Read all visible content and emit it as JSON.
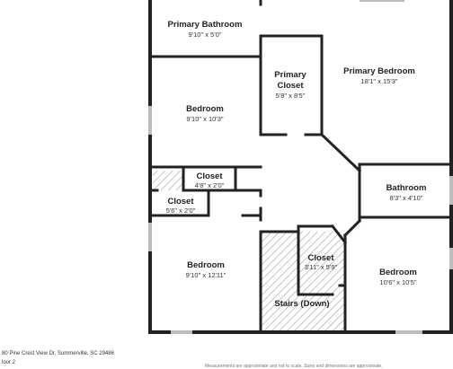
{
  "rooms": {
    "primary_bathroom": {
      "name": "Primary Bathroom",
      "dims": "9'10\" x 5'0\""
    },
    "primary_closet": {
      "name_line1": "Primary",
      "name_line2": "Closet",
      "dims": "5'8\" x 8'5\""
    },
    "primary_bedroom": {
      "name": "Primary Bedroom",
      "dims": "18'1\" x 15'3\""
    },
    "bedroom_upper": {
      "name": "Bedroom",
      "dims": "9'10\" x 10'3\""
    },
    "closet_a": {
      "name": "Closet",
      "dims": "4'8\" x 2'0\""
    },
    "closet_b": {
      "name": "Closet",
      "dims": "5'6\" x 2'0\""
    },
    "bathroom": {
      "name": "Bathroom",
      "dims": "8'3\" x 4'10\""
    },
    "closet_c": {
      "name": "Closet",
      "dims": "3'11\" x 5'9\""
    },
    "bedroom_lower_left": {
      "name": "Bedroom",
      "dims": "9'10\" x 12'11\""
    },
    "bedroom_lower_right": {
      "name": "Bedroom",
      "dims": "10'6\" x 10'5\""
    },
    "stairs": {
      "name": "Stairs (Down)"
    }
  },
  "footer": {
    "address": "80 Pine Crest View Dr, Summerville, SC 29486",
    "floor": "loor 2",
    "disclaimer": "Measurements are approximate and not to scale. Sizes and dimensions are approximate."
  },
  "colors": {
    "wall": "#222222",
    "window": "#bfbfbf",
    "hatch": "#999999"
  }
}
